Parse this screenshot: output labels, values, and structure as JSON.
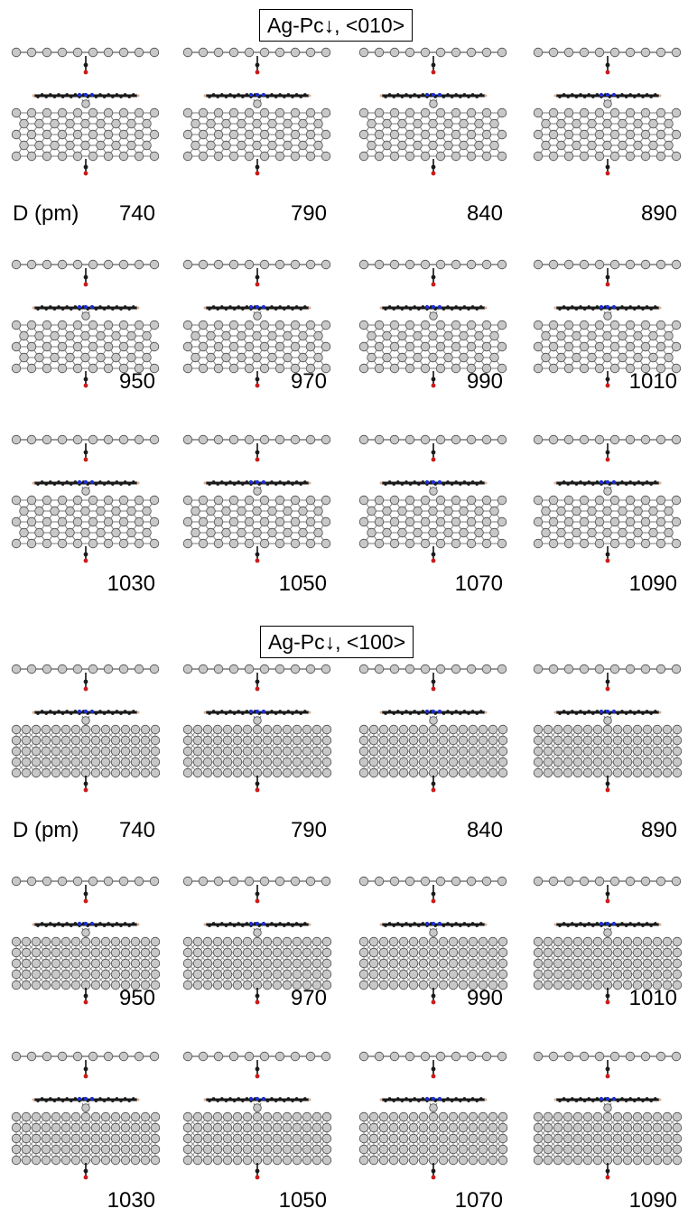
{
  "figure": {
    "sections": [
      {
        "id": "010",
        "title": "Ag-Pc↓, <010>",
        "lattice": "triangular",
        "d_label": "D (pm)",
        "rows": [
          [
            "740",
            "790",
            "840",
            "890"
          ],
          [
            "950",
            "970",
            "990",
            "1010"
          ],
          [
            "1030",
            "1050",
            "1070",
            "1090"
          ]
        ]
      },
      {
        "id": "100",
        "title": "Ag-Pc↓, <100>",
        "lattice": "square",
        "d_label": "D (pm)",
        "rows": [
          [
            "740",
            "790",
            "840",
            "890"
          ],
          [
            "950",
            "970",
            "990",
            "1010"
          ],
          [
            "1030",
            "1050",
            "1070",
            "1090"
          ]
        ]
      }
    ]
  },
  "colors": {
    "silver_atom": "#c8c8c8",
    "atom_outline": "#4a4a4a",
    "bond": "#7a7a7a",
    "carbon": "#1a1a1a",
    "nitrogen": "#1c2fd0",
    "hydrogen": "#e0b090",
    "oxygen": "#cc1a1a"
  }
}
